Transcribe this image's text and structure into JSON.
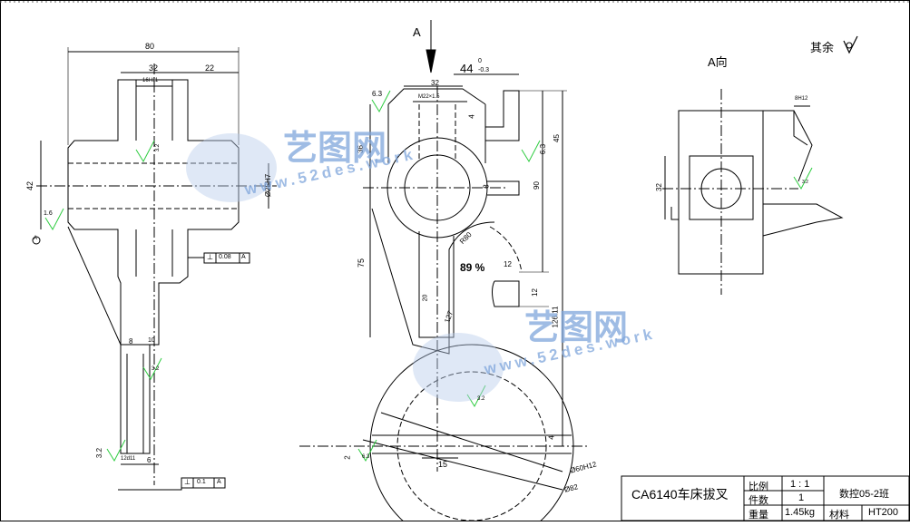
{
  "views": {
    "left": {
      "dims": {
        "d80": "80",
        "d32": "32",
        "d22": "22",
        "d16h11": "16H11",
        "d42": "42",
        "d25h7": "Ø25H7",
        "d8": "8",
        "d10": "10",
        "d12d11": "12d11",
        "d6": "6",
        "r32a": "3.2",
        "r32b": "3.2",
        "r32c": "3.2",
        "r16": "1.6"
      },
      "gdt1": {
        "symbol": "⊥",
        "value": "0.08",
        "datum": "A"
      },
      "gdt2": {
        "symbol": "⊥",
        "value": "0.1",
        "datum": "A"
      },
      "datum_mark": "A"
    },
    "center": {
      "arrow_label": "A",
      "d44": "44",
      "d44_tol_up": "0",
      "d44_tol_dn": "-0.3",
      "dims": {
        "d32": "32",
        "dm22": "M22×1.5",
        "d4a": "4",
        "d36": "36",
        "d45": "45",
        "d90": "90",
        "d8": "8",
        "d75": "75",
        "r80": "R80",
        "d12a": "12",
        "d12b": "12",
        "d20": "20",
        "d127": "127",
        "d12611": "126.11",
        "d4b": "4",
        "d2": "2",
        "d15": "15",
        "d60h12": "Ø60H12",
        "d82": "Ø82",
        "r63a": "6.3",
        "r63b": "6.3",
        "r63c": "6.3",
        "r32": "3.2"
      },
      "angle": "89 %"
    },
    "right": {
      "title": "A向",
      "rest_label": "其余",
      "dims": {
        "d8h12": "8H12",
        "d32": "32",
        "r32": "3.2"
      }
    }
  },
  "title_block": {
    "part_name": "CA6140车床拔叉",
    "scale_label": "比例",
    "scale_value": "1 : 1",
    "qty_label": "件数",
    "qty_value": "1",
    "class": "数控05-2班",
    "weight_label": "重量",
    "weight_value": "1.45kg",
    "material_label": "材料",
    "material_value": "HT200"
  },
  "watermark": {
    "brand": "艺图网",
    "url": "www.52des.work"
  }
}
